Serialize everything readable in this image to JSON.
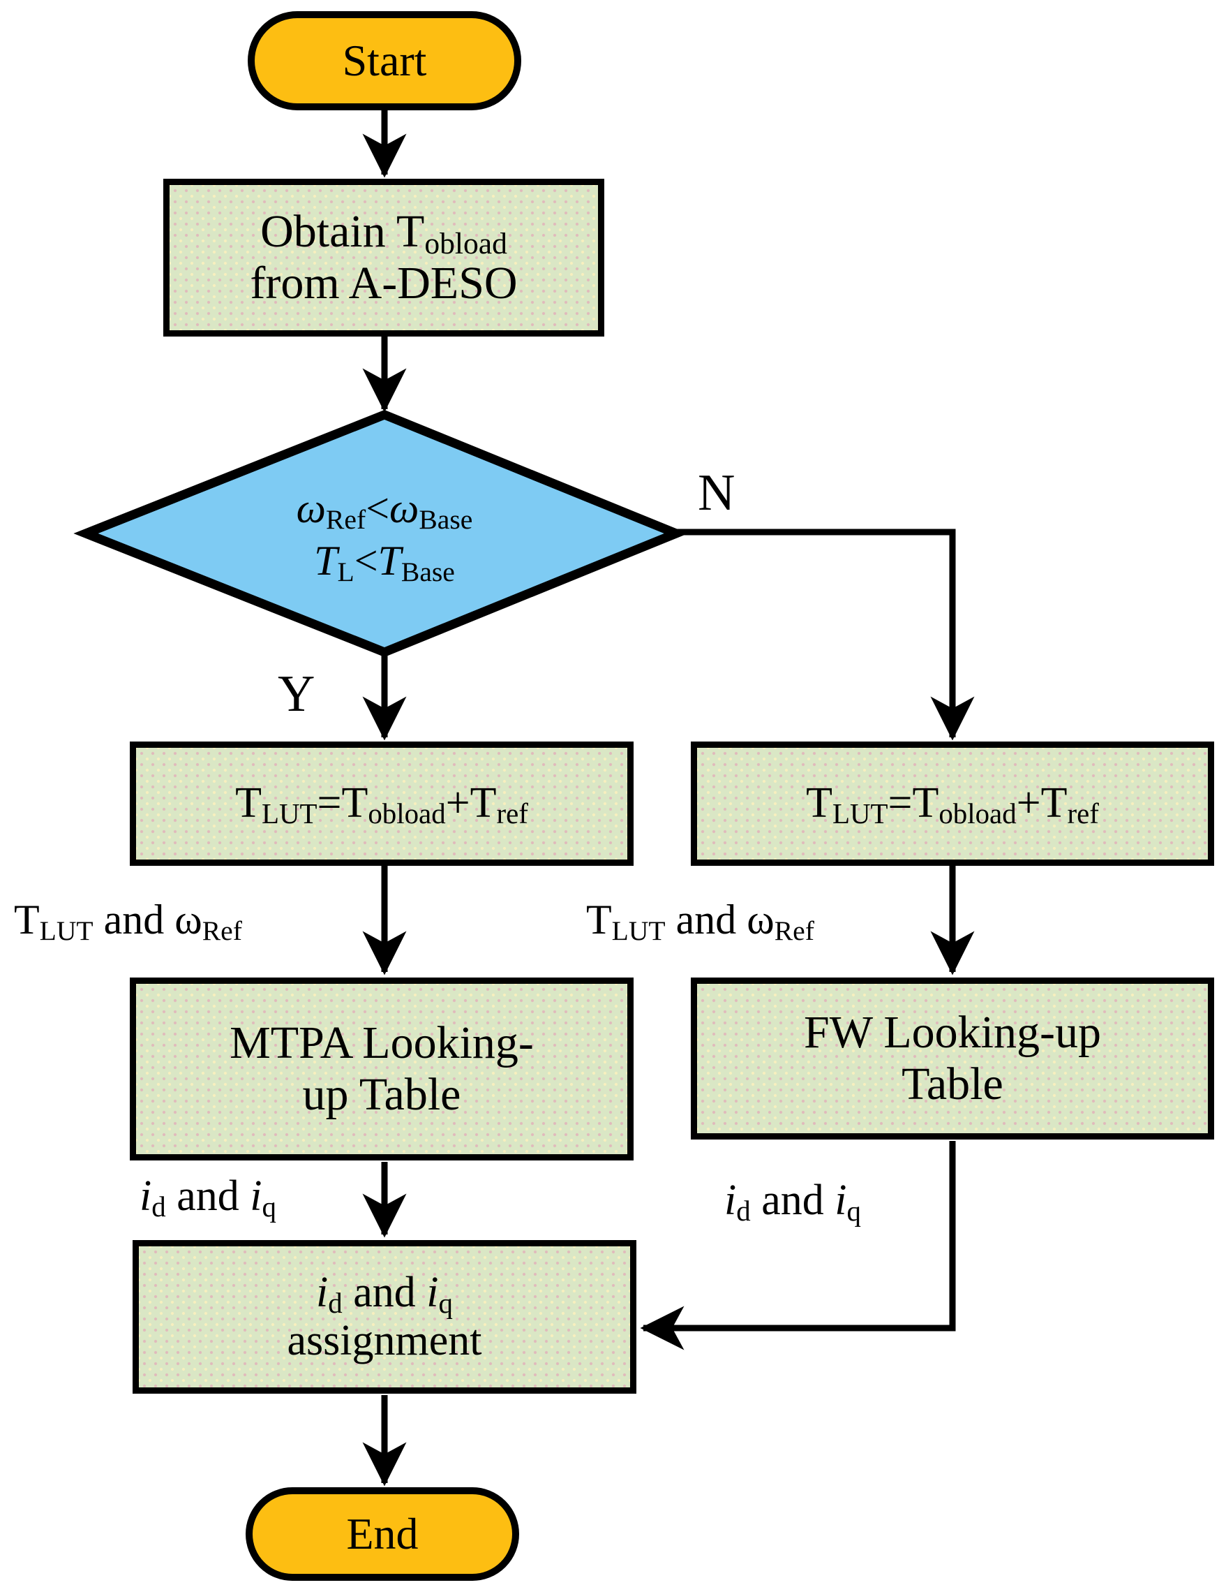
{
  "palette": {
    "terminator_fill": "#fdbe12",
    "process_fill": "#dae7c5",
    "decision_fill": "#7ecbf3",
    "line_color": "#000000"
  },
  "nodes": {
    "start": {
      "label": "Start"
    },
    "obtain": {
      "lines": [
        [
          {
            "t": "Obtain T"
          },
          {
            "t": "obload",
            "sub": true
          }
        ],
        [
          {
            "t": "from A-DESO"
          }
        ]
      ]
    },
    "decision": {
      "lines": [
        [
          {
            "t": "ω",
            "i": true
          },
          {
            "t": "Ref",
            "sub": true
          },
          {
            "t": "<"
          },
          {
            "t": "ω",
            "i": true
          },
          {
            "t": "Base",
            "sub": true
          }
        ],
        [
          {
            "t": "T",
            "i": true
          },
          {
            "t": "L",
            "sub": true
          },
          {
            "t": "<"
          },
          {
            "t": "T",
            "i": true
          },
          {
            "t": "Base",
            "sub": true
          }
        ]
      ]
    },
    "tlut_left": {
      "lines": [
        [
          {
            "t": "T"
          },
          {
            "t": "LUT",
            "sub": true
          },
          {
            "t": "="
          },
          {
            "t": "T"
          },
          {
            "t": "obload",
            "sub": true
          },
          {
            "t": "+"
          },
          {
            "t": "T"
          },
          {
            "t": "ref",
            "sub": true
          }
        ]
      ]
    },
    "tlut_right": {
      "lines": [
        [
          {
            "t": "T"
          },
          {
            "t": "LUT",
            "sub": true
          },
          {
            "t": "="
          },
          {
            "t": "T"
          },
          {
            "t": "obload",
            "sub": true
          },
          {
            "t": "+"
          },
          {
            "t": "T"
          },
          {
            "t": "ref",
            "sub": true
          }
        ]
      ]
    },
    "mtpa": {
      "lines": [
        [
          {
            "t": "MTPA Looking-"
          }
        ],
        [
          {
            "t": "up Table"
          }
        ]
      ]
    },
    "fw": {
      "lines": [
        [
          {
            "t": "FW Looking-up"
          }
        ],
        [
          {
            "t": "Table"
          }
        ]
      ]
    },
    "assignment": {
      "lines": [
        [
          {
            "t": "i",
            "i": true
          },
          {
            "t": "d",
            "sub": true
          },
          {
            "t": " and "
          },
          {
            "t": "i",
            "i": true
          },
          {
            "t": "q",
            "sub": true
          }
        ],
        [
          {
            "t": "assignment"
          }
        ]
      ]
    },
    "end": {
      "label": "End"
    }
  },
  "edge_labels": {
    "yes": "Y",
    "no": "N",
    "lut_ref_left": [
      {
        "t": "T"
      },
      {
        "t": "LUT",
        "sub": true
      },
      {
        "t": " and "
      },
      {
        "t": "ω"
      },
      {
        "t": "Ref",
        "sub": true
      }
    ],
    "lut_ref_right": [
      {
        "t": "T"
      },
      {
        "t": "LUT",
        "sub": true
      },
      {
        "t": " and "
      },
      {
        "t": "ω"
      },
      {
        "t": "Ref",
        "sub": true
      }
    ],
    "idq_left": [
      {
        "t": "i",
        "i": true
      },
      {
        "t": "d",
        "sub": true
      },
      {
        "t": " and "
      },
      {
        "t": "i",
        "i": true
      },
      {
        "t": "q",
        "sub": true
      }
    ],
    "idq_right": [
      {
        "t": "i",
        "i": true
      },
      {
        "t": "d",
        "sub": true
      },
      {
        "t": " and "
      },
      {
        "t": "i",
        "i": true
      },
      {
        "t": "q",
        "sub": true
      }
    ]
  }
}
